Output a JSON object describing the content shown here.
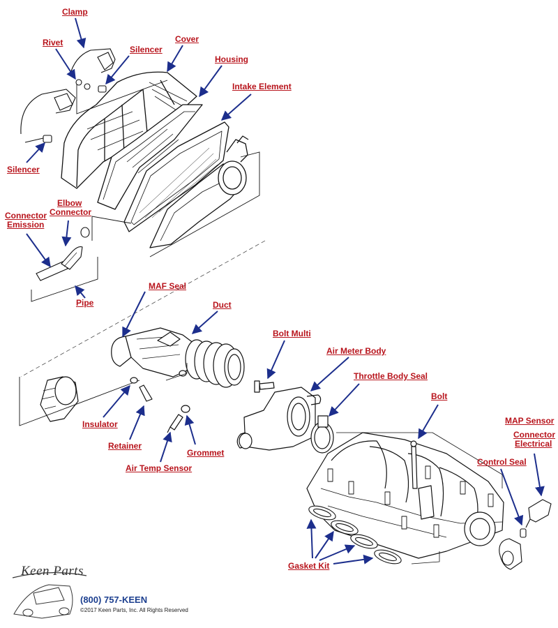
{
  "labels": {
    "clamp": "Clamp",
    "rivet": "Rivet",
    "silencer_top": "Silencer",
    "cover": "Cover",
    "housing": "Housing",
    "intake_element": "Intake Element",
    "silencer_left": "Silencer",
    "connector_emission_1": "Connector",
    "connector_emission_2": "Emission",
    "elbow_connector_1": "Elbow",
    "elbow_connector_2": "Connector",
    "pipe": "Pipe",
    "maf_seal": "MAF Seal",
    "duct": "Duct",
    "bolt_multi": "Bolt Multi",
    "air_meter_body": "Air Meter Body",
    "throttle_body_seal": "Throttle Body Seal",
    "bolt": "Bolt",
    "map_sensor": "MAP Sensor",
    "connector_electrical_1": "Connector",
    "connector_electrical_2": "Electrical",
    "control_seal": "Control Seal",
    "insulator": "Insulator",
    "retainer": "Retainer",
    "grommet": "Grommet",
    "air_temp_sensor": "Air Temp Sensor",
    "gasket_kit": "Gasket Kit"
  },
  "footer": {
    "logo": "Keen Parts",
    "phone": "(800) 757-KEEN",
    "copyright": "©2017 Keen Parts, Inc. All Rights Reserved"
  },
  "colors": {
    "label": "#b8141c",
    "arrow": "#1c2e8c",
    "phone": "#1c3f8f"
  }
}
